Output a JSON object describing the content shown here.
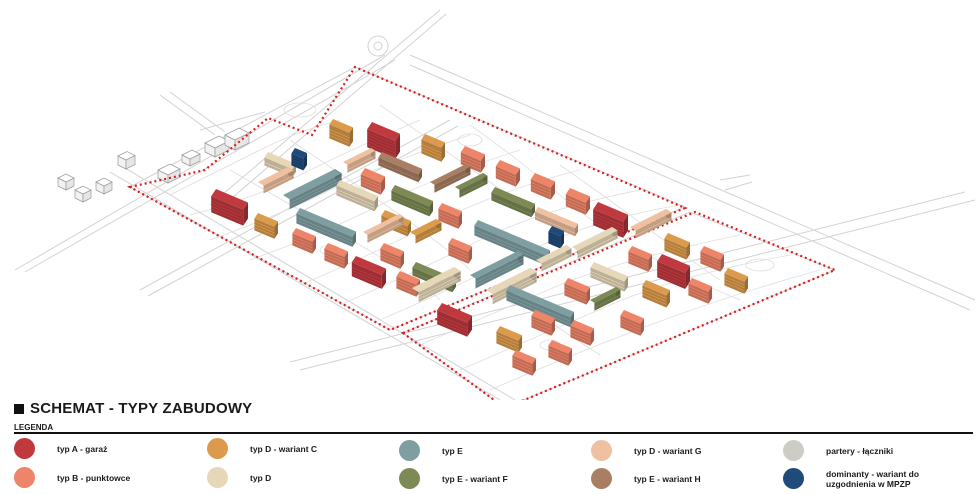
{
  "title": "SCHEMAT - TYPY ZABUDOWY",
  "legend_title": "LEGENDA",
  "colors": {
    "road": "#d9d9d9",
    "boundary": "#d81e1e",
    "typ_a": "#c0393f",
    "typ_b": "#ee8468",
    "typ_c": "#dc9b4c",
    "typ_d": "#e6d7b8",
    "typ_e": "#7f9ea2",
    "typ_f": "#7e8a55",
    "typ_g": "#efc1a0",
    "typ_h": "#a97f64",
    "partery": "#cdcdc6",
    "dominanty": "#1f4a7a"
  },
  "legend": [
    {
      "label": "typ A - garaż",
      "color": "#c0393f"
    },
    {
      "label": "typ B - punktowce",
      "color": "#ee8468"
    },
    {
      "label": "typ D - wariant C",
      "color": "#dc9b4c"
    },
    {
      "label": "typ D",
      "color": "#e6d7b8"
    },
    {
      "label": "typ E",
      "color": "#7f9ea2"
    },
    {
      "label": "typ E - wariant F",
      "color": "#7e8a55"
    },
    {
      "label": "typ D - wariant G",
      "color": "#efc1a0"
    },
    {
      "label": "typ E - wariant H",
      "color": "#a97f64"
    },
    {
      "label": "partery - łączniki",
      "color": "#cdcdc6"
    },
    {
      "label": "dominanty - wariant do uzgodnienia w MPZP",
      "color": "#1f4a7a"
    }
  ]
}
